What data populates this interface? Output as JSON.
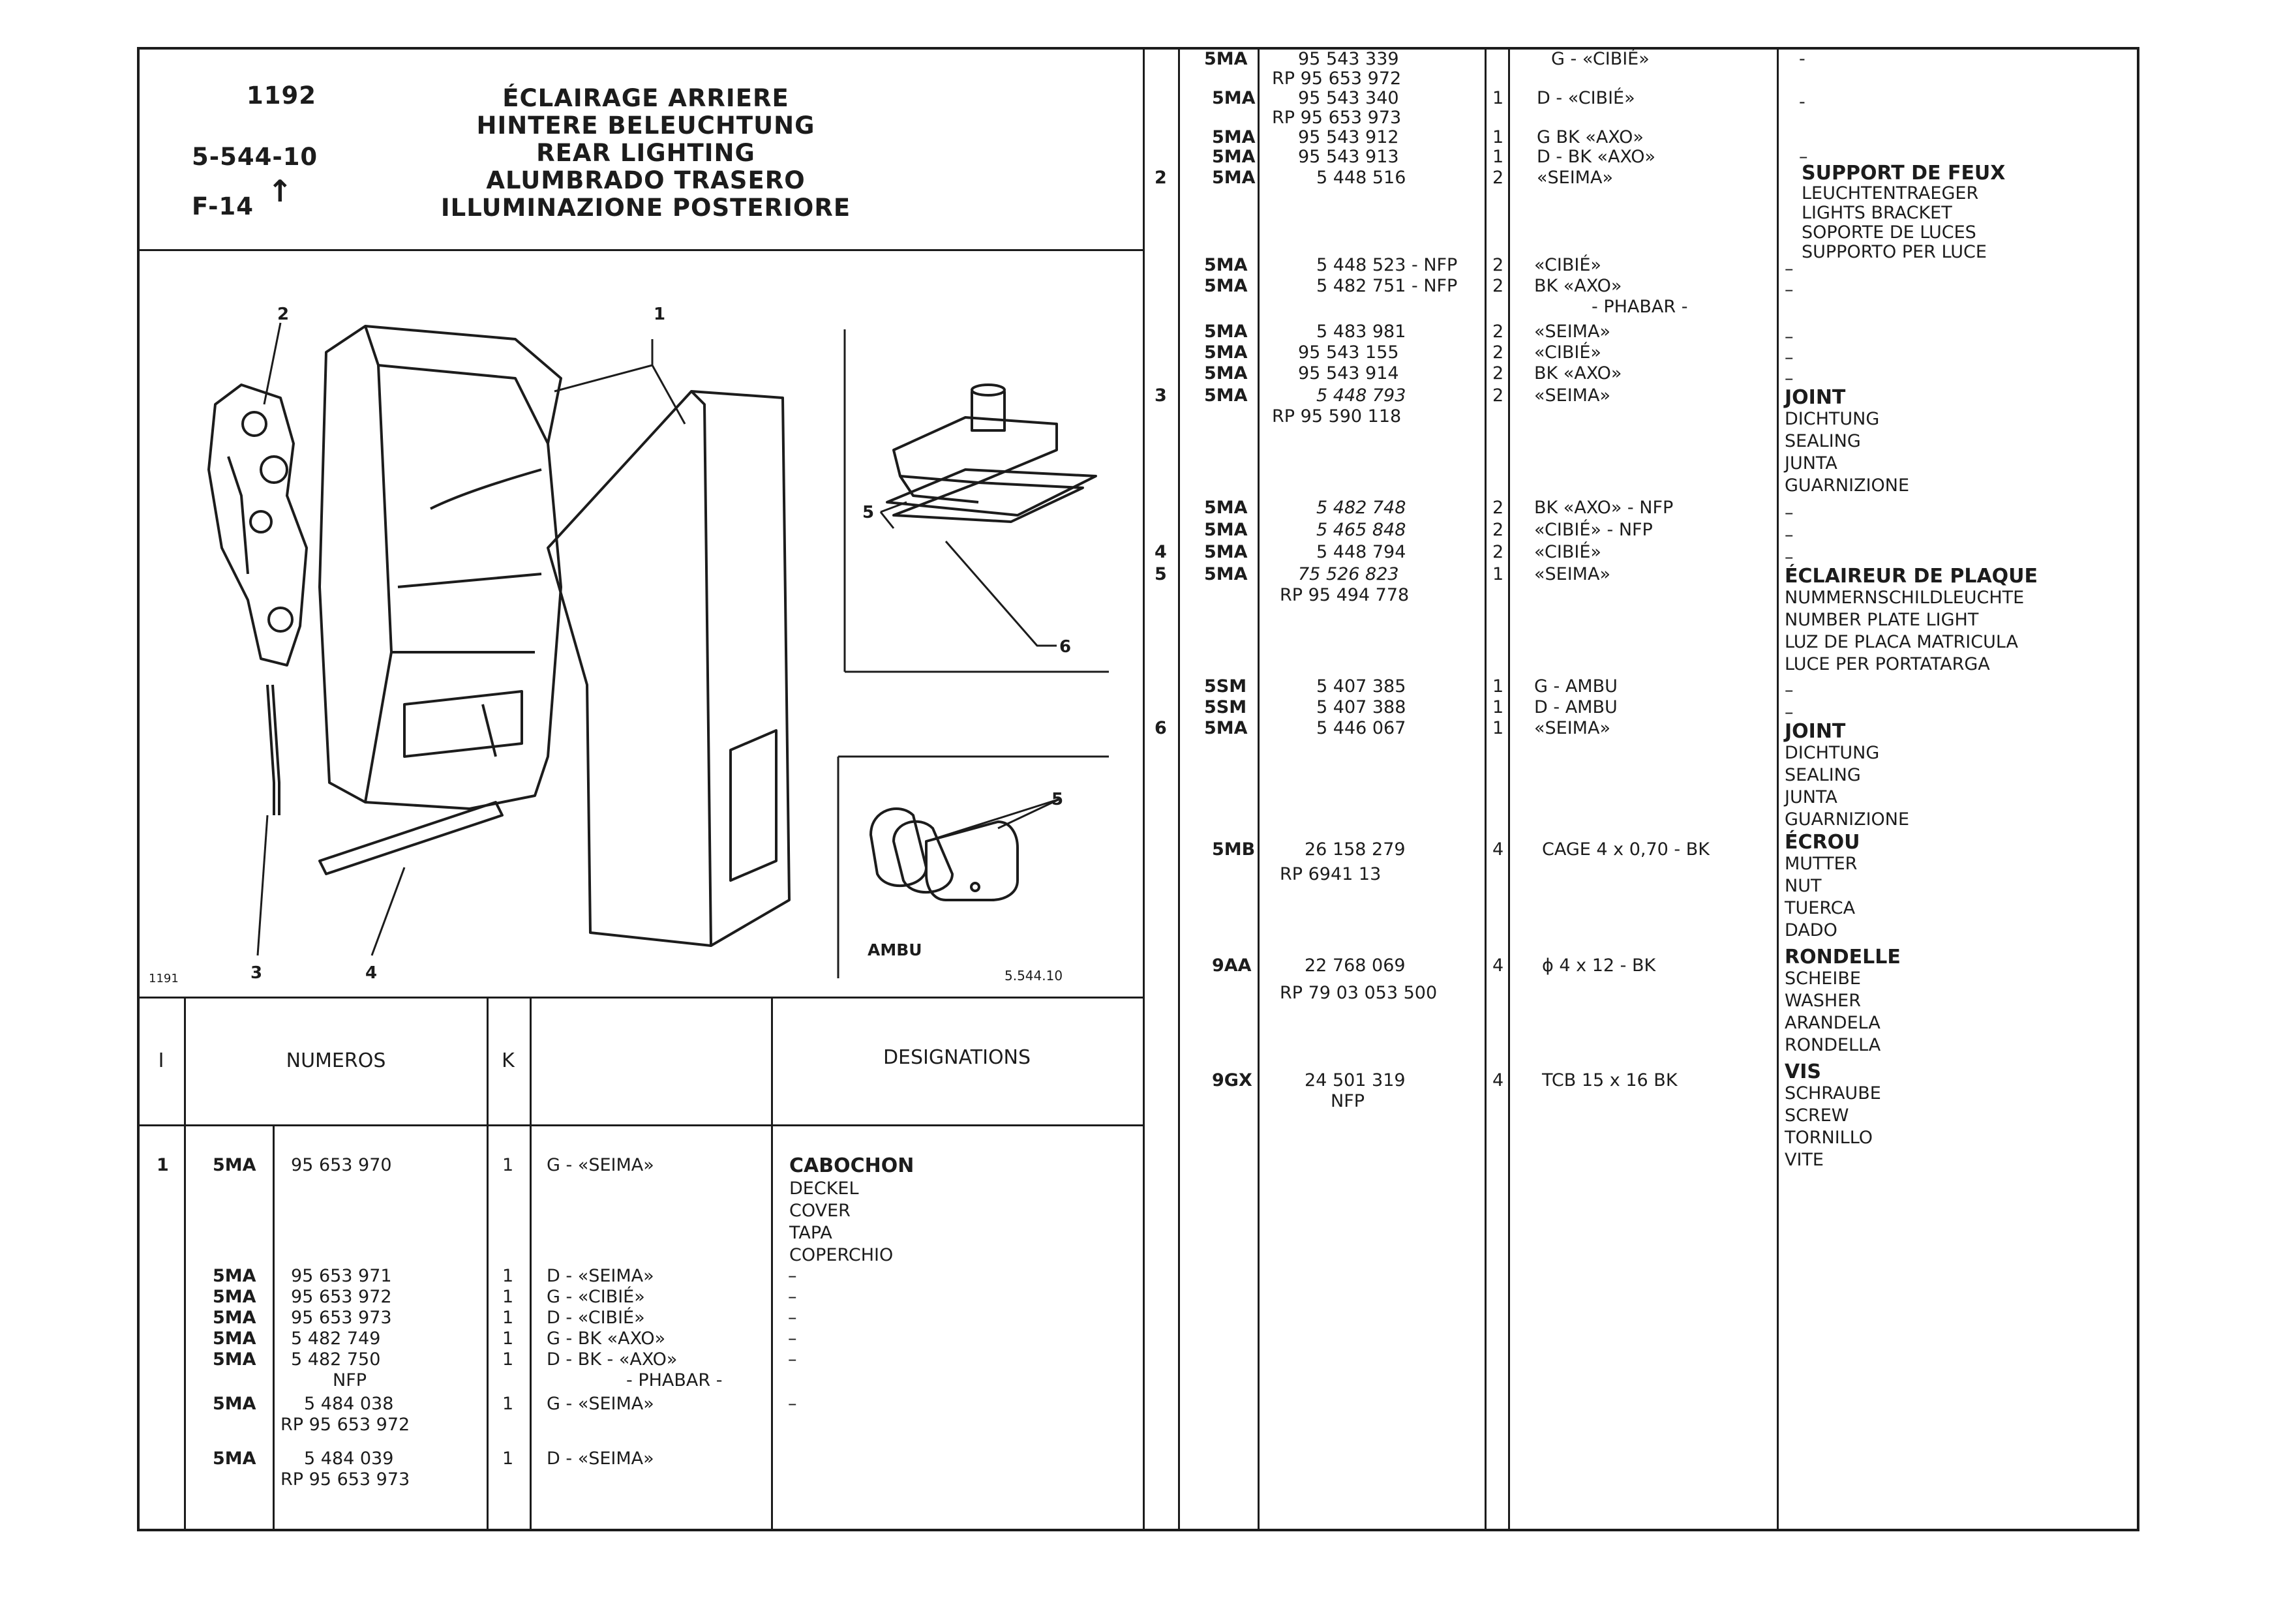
{
  "header": {
    "page_number": "1192",
    "ref_code": "5-544-10",
    "fig_ref": "F-14",
    "titles": [
      "ÉCLAIRAGE ARRIERE",
      "HINTERE BELEUCHTUNG",
      "REAR LIGHTING",
      "ALUMBRADO TRASERO",
      "ILLUMINAZIONE POSTERIORE"
    ]
  },
  "figure": {
    "callouts": [
      "1",
      "2",
      "3",
      "4",
      "5",
      "6",
      "5"
    ],
    "inset_label": "AMBU",
    "corner_left": "1191",
    "corner_right": "5.544.10"
  },
  "table_header": {
    "col_i": "I",
    "col_numeros": "NUMEROS",
    "col_k": "K",
    "col_designations": "DESIGNATIONS"
  },
  "left_rows": [
    {
      "i": "1",
      "group": "5MA",
      "number": "95 653 970",
      "k": "1",
      "spec": "G - «SEIMA»"
    },
    {
      "group": "5MA",
      "number": "95 653 971",
      "k": "1",
      "spec": "D - «SEIMA»",
      "des": "–"
    },
    {
      "group": "5MA",
      "number": "95 653 972",
      "k": "1",
      "spec": "G - «CIBIÉ»",
      "des": "–"
    },
    {
      "group": "5MA",
      "number": "95 653 973",
      "k": "1",
      "spec": "D - «CIBIÉ»",
      "des": "–"
    },
    {
      "group": "5MA",
      "number": "5 482 749",
      "k": "1",
      "spec": "G - BK «AXO»",
      "des": "–"
    },
    {
      "group": "5MA",
      "number": "5 482 750",
      "k": "1",
      "spec": "D - BK - «AXO»",
      "des": "–"
    },
    {
      "number": "NFP",
      "spec": "- PHABAR -"
    },
    {
      "group": "5MA",
      "number": "5 484 038",
      "k": "1",
      "spec": "G - «SEIMA»",
      "des": "–"
    },
    {
      "number": "RP 95 653 972"
    },
    {
      "group": "5MA",
      "number": "5 484 039",
      "k": "1",
      "spec": "D - «SEIMA»"
    },
    {
      "number": "RP 95 653 973"
    }
  ],
  "left_designation": [
    "CABOCHON",
    "DECKEL",
    "COVER",
    "TAPA",
    "COPERCHIO"
  ],
  "right_rows": [
    {
      "group": "5MA",
      "number": "95 543 339",
      "spec": "G - «CIBIÉ»",
      "des": "-"
    },
    {
      "number": "RP 95 653 972"
    },
    {
      "group": "5MA",
      "number": "95 543 340",
      "k": "1",
      "spec": "D - «CIBIÉ»",
      "des": "-"
    },
    {
      "number": "RP 95 653 973"
    },
    {
      "group": "5MA",
      "number": "95 543 912",
      "k": "1",
      "spec": "G  BK «AXO»"
    },
    {
      "group": "5MA",
      "number": "95 543 913",
      "k": "1",
      "spec": "D - BK «AXO»",
      "des": "–"
    },
    {
      "i": "2",
      "group": "5MA",
      "number": "5 448 516",
      "k": "2",
      "spec": "«SEIMA»"
    },
    {
      "group": "5MA",
      "number": "5 448 523 - NFP",
      "k": "2",
      "spec": "«CIBIÉ»",
      "des": "–"
    },
    {
      "group": "5MA",
      "number": "5 482 751 - NFP",
      "k": "2",
      "spec": "BK «AXO»",
      "des": "–"
    },
    {
      "spec": "- PHABAR -"
    },
    {
      "group": "5MA",
      "number": "5 483 981",
      "k": "2",
      "spec": "«SEIMA»",
      "des": "–"
    },
    {
      "group": "5MA",
      "number": "95 543 155",
      "k": "2",
      "spec": "«CIBIÉ»",
      "des": "–"
    },
    {
      "group": "5MA",
      "number": "95 543 914",
      "k": "2",
      "spec": "BK «AXO»",
      "des": "–"
    },
    {
      "i": "3",
      "group": "5MA",
      "number": "5 448 793",
      "k": "2",
      "spec": "«SEIMA»"
    },
    {
      "number": "RP 95 590 118"
    },
    {
      "group": "5MA",
      "number": "5 482 748",
      "k": "2",
      "spec": "BK «AXO» - NFP",
      "des": "–"
    },
    {
      "group": "5MA",
      "number": "5 465 848",
      "k": "2",
      "spec": "«CIBIÉ» - NFP",
      "des": "–"
    },
    {
      "i": "4",
      "group": "5MA",
      "number": "5 448 794",
      "k": "2",
      "spec": "«CIBIÉ»",
      "des": "–"
    },
    {
      "i": "5",
      "group": "5MA",
      "number": "75 526 823",
      "k": "1",
      "spec": "«SEIMA»"
    },
    {
      "number": "RP 95 494 778"
    },
    {
      "group": "5SM",
      "number": "5 407 385",
      "k": "1",
      "spec": "G - AMBU",
      "des": "–"
    },
    {
      "group": "5SM",
      "number": "5 407 388",
      "k": "1",
      "spec": "D - AMBU",
      "des": "–"
    },
    {
      "i": "6",
      "group": "5MA",
      "number": "5 446 067",
      "k": "1",
      "spec": "«SEIMA»"
    },
    {
      "group": "5MB",
      "number": "26 158 279",
      "k": "4",
      "spec": "CAGE 4 x 0,70 - BK"
    },
    {
      "number": "RP 6941 13"
    },
    {
      "group": "9AA",
      "number": "22 768 069",
      "k": "4",
      "spec": "ϕ 4 x 12 - BK"
    },
    {
      "number": "RP 79 03 053 500"
    },
    {
      "group": "9GX",
      "number": "24 501 319",
      "k": "4",
      "spec": "TCB 15 x 16  BK"
    },
    {
      "number": "NFP"
    }
  ],
  "right_designations": [
    {
      "lines": [
        "SUPPORT DE FEUX",
        "LEUCHTENTRAEGER",
        "LIGHTS BRACKET",
        "SOPORTE DE LUCES",
        "SUPPORTO PER LUCE"
      ]
    },
    {
      "lines": [
        "JOINT",
        "DICHTUNG",
        "SEALING",
        "JUNTA",
        "GUARNIZIONE"
      ]
    },
    {
      "lines": [
        "ÉCLAIREUR DE PLAQUE",
        "NUMMERNSCHILDLEUCHTE",
        "NUMBER PLATE LIGHT",
        "LUZ DE PLACA MATRICULA",
        "LUCE PER PORTATARGA"
      ]
    },
    {
      "lines": [
        "JOINT",
        "DICHTUNG",
        "SEALING",
        "JUNTA",
        "GUARNIZIONE"
      ]
    },
    {
      "lines": [
        "ÉCROU",
        "MUTTER",
        "NUT",
        "TUERCA",
        "DADO"
      ]
    },
    {
      "lines": [
        "RONDELLE",
        "SCHEIBE",
        "WASHER",
        "ARANDELA",
        "RONDELLA"
      ]
    },
    {
      "lines": [
        "VIS",
        "SCHRAUBE",
        "SCREW",
        "TORNILLO",
        "VITE"
      ]
    }
  ],
  "colors": {
    "ink": "#1c1c1c",
    "paper": "#ffffff"
  }
}
